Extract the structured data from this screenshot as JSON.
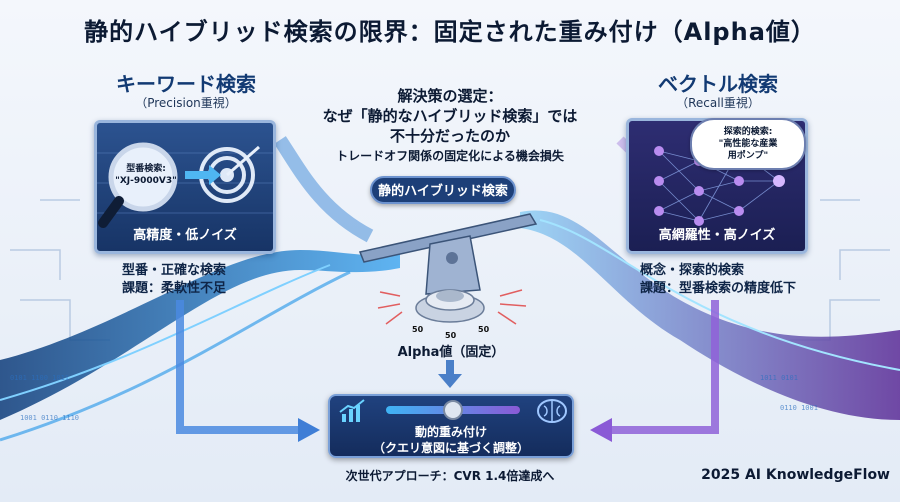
{
  "title": "静的ハイブリッド検索の限界：固定された重み付け（Alpha値）",
  "left": {
    "heading": "キーワード検索",
    "subheading": "（Precision重視）",
    "lens_label": "型番検索:\n\"XJ-9000V3\"",
    "panel_caption": "高精度・低ノイズ",
    "desc_line1": "型番・正確な検索",
    "desc_line2": "課題：柔軟性不足"
  },
  "right": {
    "heading": "ベクトル検索",
    "subheading": "（Recall重視）",
    "bubble_text": "探索的検索:\n\"高性能な産業\n用ポンプ\"",
    "panel_caption": "高網羅性・高ノイズ",
    "desc_line1": "概念・探索的検索",
    "desc_line2": "課題：型番検索の精度低下"
  },
  "center": {
    "q_line1": "解決策の選定：",
    "q_line2": "なぜ「静的なハイブリッド検索」では",
    "q_line3": "不十分だったのか",
    "q_line4": "トレードオフ関係の固定化による機会損失",
    "hybrid_label": "静的ハイブリッド検索",
    "dial_ticks": [
      "50",
      "50",
      "50"
    ],
    "alpha_label": "Alpha値（固定）"
  },
  "dynamic": {
    "line1": "動的重み付け",
    "line2": "（クエリ意図に基づく調整）",
    "slider_level": 0.5
  },
  "next_gen": "次世代アプローチ：CVR 1.4倍達成へ",
  "credit": "2025 AI KnowledgeFlow",
  "colors": {
    "keyword_stream": "#2f86d6",
    "vector_stream": "#7a3fb8",
    "panel_left": "#1f4585",
    "panel_right": "#22245e",
    "arrow_left": "#3f7ed6",
    "arrow_right": "#8a5ad6"
  },
  "icons": [
    "magnifier-icon",
    "target-icon",
    "neural-network-icon",
    "seesaw-icon",
    "dial-icon",
    "chart-up-icon",
    "brain-icon",
    "down-arrow-icon"
  ]
}
